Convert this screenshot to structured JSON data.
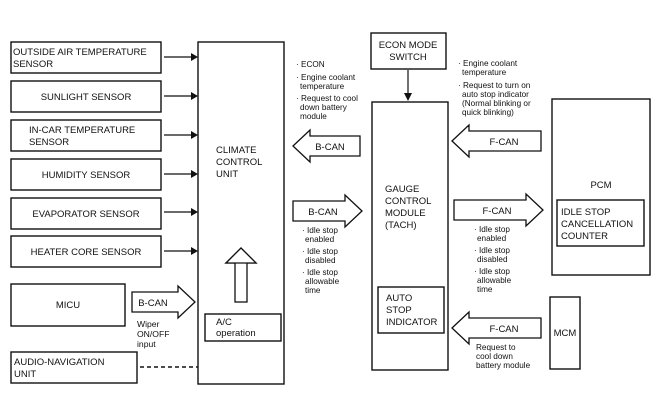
{
  "sensors": [
    {
      "line1": "OUTSIDE AIR TEMPERATURE",
      "line2": "SENSOR"
    },
    {
      "line1": "SUNLIGHT SENSOR",
      "line2": ""
    },
    {
      "line1": "IN-CAR TEMPERATURE",
      "line2": "SENSOR"
    },
    {
      "line1": "HUMIDITY SENSOR",
      "line2": ""
    },
    {
      "line1": "EVAPORATOR SENSOR",
      "line2": ""
    },
    {
      "line1": "HEATER CORE SENSOR",
      "line2": ""
    }
  ],
  "micu": {
    "label": "MICU",
    "bus": "B-CAN",
    "note": [
      "Wiper",
      "ON/OFF",
      "input"
    ]
  },
  "audio_nav": {
    "line1": "AUDIO-NAVIGATION",
    "line2": "UNIT"
  },
  "climate_unit": {
    "lines": [
      "CLIMATE",
      "CONTROL",
      "UNIT"
    ],
    "ac_lines": [
      "A/C",
      "operation"
    ]
  },
  "econ_switch": {
    "line1": "ECON MODE",
    "line2": "SWITCH"
  },
  "econ_notes": [
    "· ECON",
    "· Engine coolant",
    "temperature",
    "· Request to cool",
    "down battery",
    "module"
  ],
  "gauge_module": {
    "lines": [
      "GAUGE",
      "CONTROL",
      "MODULE",
      "(TACH)"
    ],
    "indicator_lines": [
      "AUTO",
      "STOP",
      "INDICATOR"
    ]
  },
  "bus_labels": {
    "gauge_to_climate": "B-CAN",
    "climate_to_gauge": "B-CAN",
    "pcm_to_gauge": "F-CAN",
    "gauge_to_pcm": "F-CAN",
    "mcm_to_gauge": "F-CAN"
  },
  "idle_notes_left": [
    "· Idle stop",
    "enabled",
    "· Idle stop",
    "disabled",
    "· Idle stop",
    "allowable",
    "time"
  ],
  "idle_notes_right": [
    "· Idle stop",
    "enabled",
    "· Idle stop",
    "disabled",
    "· Idle stop",
    "allowable",
    "time"
  ],
  "pcm_notes": [
    "· Engine coolant",
    "temperature",
    "· Request to turn on",
    "auto stop indicator",
    "(Normal blinking or",
    "quick blinking)"
  ],
  "pcm": {
    "label": "PCM",
    "inner_lines": [
      "IDLE STOP",
      "CANCELLATION",
      "COUNTER"
    ]
  },
  "mcm": {
    "label": "MCM",
    "note": [
      "Request to",
      "cool down",
      "battery module"
    ]
  }
}
